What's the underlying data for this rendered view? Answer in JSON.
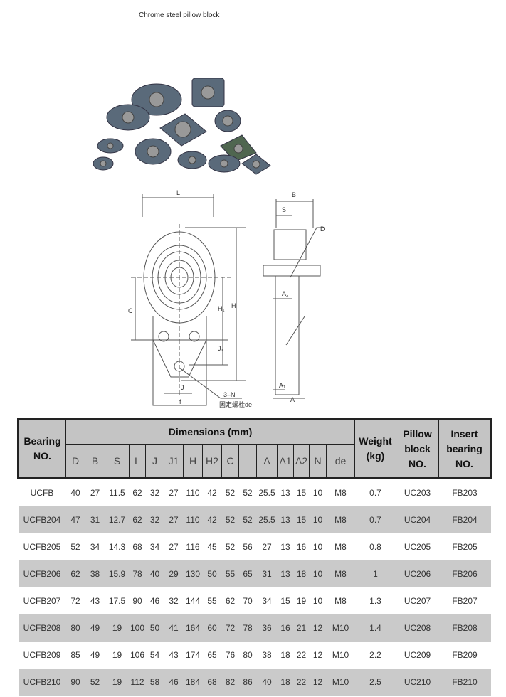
{
  "title": "Chrome steel pillow block",
  "drawing_labels": {
    "L": "L",
    "B": "B",
    "S": "S",
    "D": "D",
    "C": "C",
    "H1": "H₁",
    "H": "H",
    "J1": "J₁",
    "J": "J",
    "f": "f",
    "N": "3–N",
    "de": "固定螺栓de",
    "A2": "A₂",
    "A1": "A₁",
    "A": "A"
  },
  "table": {
    "header": {
      "bearing": "Bearing NO.",
      "dimensions": "Dimensions (mm)",
      "weight": "Weight (kg)",
      "pillow": "Pillow block NO.",
      "insert": "Insert bearing NO."
    },
    "dim_columns": [
      "D",
      "B",
      "S",
      "L",
      "J",
      "J1",
      "H",
      "H2",
      "C",
      "",
      "A",
      "A1",
      "A2",
      "N",
      "de"
    ],
    "rows": [
      [
        "UCFB",
        "40",
        "27",
        "11.5",
        "62",
        "32",
        "27",
        "110",
        "42",
        "52",
        "52",
        "25.5",
        "13",
        "15",
        "10",
        "M8",
        "0.7",
        "UC203",
        "FB203"
      ],
      [
        "UCFB204",
        "47",
        "31",
        "12.7",
        "62",
        "32",
        "27",
        "110",
        "42",
        "52",
        "52",
        "25.5",
        "13",
        "15",
        "10",
        "M8",
        "0.7",
        "UC204",
        "FB204"
      ],
      [
        "UCFB205",
        "52",
        "34",
        "14.3",
        "68",
        "34",
        "27",
        "116",
        "45",
        "52",
        "56",
        "27",
        "13",
        "16",
        "10",
        "M8",
        "0.8",
        "UC205",
        "FB205"
      ],
      [
        "UCFB206",
        "62",
        "38",
        "15.9",
        "78",
        "40",
        "29",
        "130",
        "50",
        "55",
        "65",
        "31",
        "13",
        "18",
        "10",
        "M8",
        "1",
        "UC206",
        "FB206"
      ],
      [
        "UCFB207",
        "72",
        "43",
        "17.5",
        "90",
        "46",
        "32",
        "144",
        "55",
        "62",
        "70",
        "34",
        "15",
        "19",
        "10",
        "M8",
        "1.3",
        "UC207",
        "FB207"
      ],
      [
        "UCFB208",
        "80",
        "49",
        "19",
        "100",
        "50",
        "41",
        "164",
        "60",
        "72",
        "78",
        "36",
        "16",
        "21",
        "12",
        "M10",
        "1.4",
        "UC208",
        "FB208"
      ],
      [
        "UCFB209",
        "85",
        "49",
        "19",
        "106",
        "54",
        "43",
        "174",
        "65",
        "76",
        "80",
        "38",
        "18",
        "22",
        "12",
        "M10",
        "2.2",
        "UC209",
        "FB209"
      ],
      [
        "UCFB210",
        "90",
        "52",
        "19",
        "112",
        "58",
        "46",
        "184",
        "68",
        "82",
        "86",
        "40",
        "18",
        "22",
        "12",
        "M10",
        "2.5",
        "UC210",
        "FB210"
      ]
    ]
  }
}
